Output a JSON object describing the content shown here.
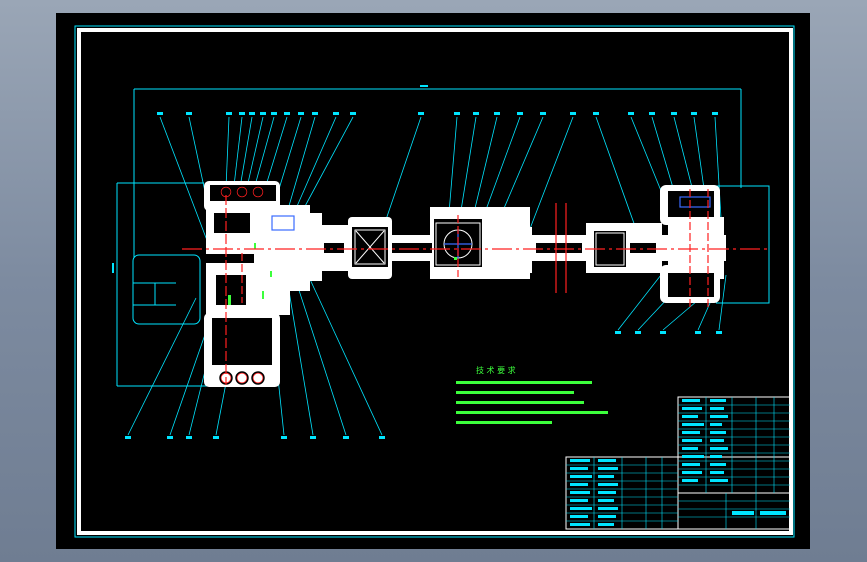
{
  "app": {
    "view": "cad-model-space",
    "background": "#000000",
    "window_background": "#8392a6"
  },
  "colors": {
    "frame": "#ffffff",
    "outline": "#00e5ff",
    "centerline": "#ff2020",
    "dimension": "#00e5ff",
    "notes": "#3cff3c",
    "solid": "#ffffff",
    "accent_blue": "#3a6bff"
  },
  "tech_notes": {
    "title": "技 术 要 求",
    "line_count": 5
  },
  "title_block": {
    "part_list_rows": 15,
    "bom_rows": 11
  }
}
